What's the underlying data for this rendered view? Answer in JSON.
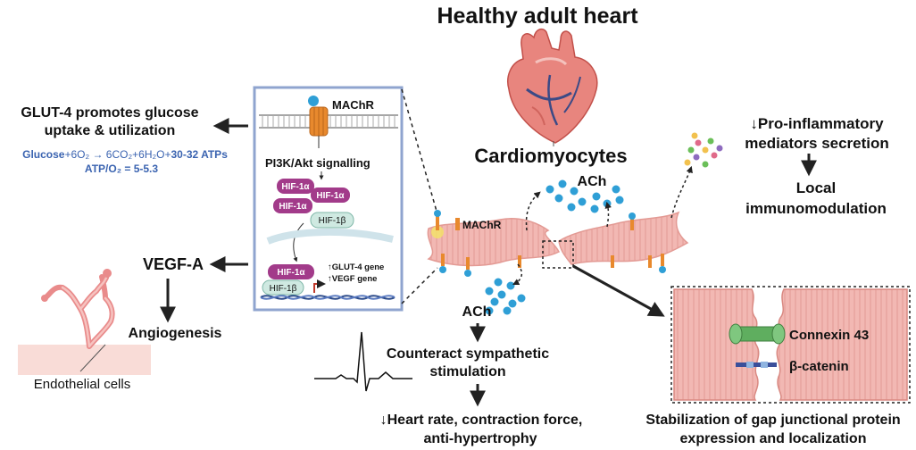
{
  "title": "Healthy adult heart",
  "cardiomyocytes": "Cardiomyocytes",
  "ach_top": "ACh",
  "ach_bottom": "ACh",
  "machr_box": "MAChR",
  "machr_cell": "MAChR",
  "pi3k": "PI3K/Akt signalling",
  "hif1a": "HIF-1α",
  "hif1b": "HIF-1β",
  "gene_glut4": "↑GLUT-4 gene",
  "gene_vegf": "↑VEGF gene",
  "glut4_line1": "GLUT-4 promotes glucose",
  "glut4_line2": "uptake & utilization",
  "equation": {
    "glucose": "Glucose",
    "mid": "+6O₂ → 6CO₂+6H₂O+",
    "atps": "30-32 ATPs"
  },
  "ratio": "ATP/O₂ = 5-5.3",
  "vegfa": "VEGF-A",
  "angiogenesis": "Angiogenesis",
  "endothelial": "Endothelial cells",
  "proinflam_line1": "↓Pro-inflammatory",
  "proinflam_line2": "mediators secretion",
  "local_line1": "Local",
  "local_line2": "immunomodulation",
  "counteract_line1": "Counteract sympathetic",
  "counteract_line2": "stimulation",
  "heart_rate_line1": "↓Heart rate, contraction force,",
  "heart_rate_line2": "anti-hypertrophy",
  "connexin": "Connexin 43",
  "catenin": "β-catenin",
  "stab_line1": "Stabilization of gap junctional protein",
  "stab_line2": "expression and localization",
  "colors": {
    "hif1a": "#a23b8a",
    "hif1b": "#cfe9e1",
    "blue_text": "#3a63b0",
    "box_border": "#8fa4cf",
    "cell": "#f2b8b3",
    "dot": "#2f9fd6",
    "heart": "#e8857e"
  }
}
